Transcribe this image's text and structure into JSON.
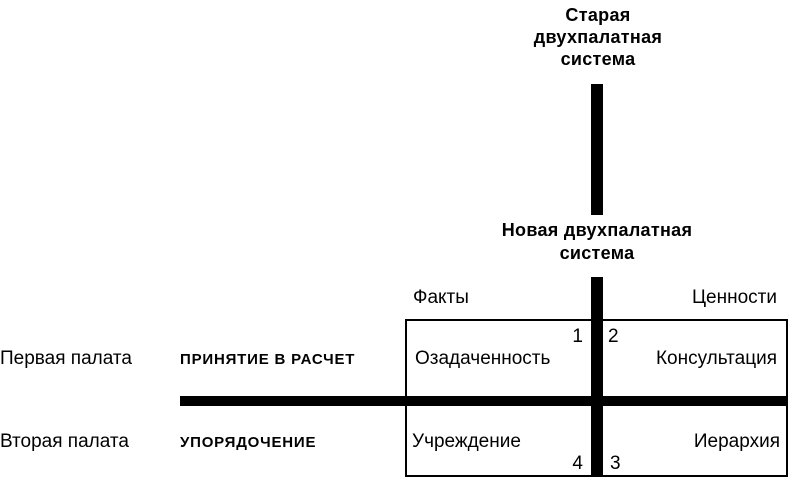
{
  "diagram": {
    "old_system_title": "Старая двухпалатная система",
    "new_system_title": "Новая двухпалатная система",
    "columns": {
      "left": "Факты",
      "right": "Ценности"
    },
    "rows": [
      {
        "label": "Первая палата",
        "function": "ПРИНЯТИЕ В РАСЧЕТ"
      },
      {
        "label": "Вторая палата",
        "function": "УПОРЯДОЧЕНИЕ"
      }
    ],
    "quadrants": [
      {
        "num": "1",
        "label": "Озадаченность",
        "position": "top-left"
      },
      {
        "num": "2",
        "label": "Консультация",
        "position": "top-right"
      },
      {
        "num": "3",
        "label": "Иерархия",
        "position": "bottom-right"
      },
      {
        "num": "4",
        "label": "Учреждение",
        "position": "bottom-left"
      }
    ],
    "colors": {
      "ink": "#000000",
      "background": "#ffffff"
    }
  }
}
